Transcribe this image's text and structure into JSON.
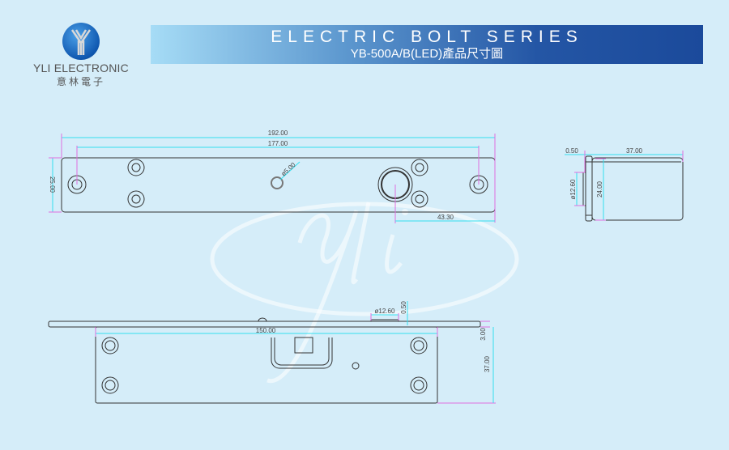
{
  "logo": {
    "brand": "YLI ELECTRONIC",
    "brand_cn": "意林電子",
    "mark": "Y"
  },
  "banner": {
    "title": "ELECTRIC BOLT SERIES",
    "subtitle": "YB-500A/B(LED)產品尺寸圖"
  },
  "front_view": {
    "overall_length": "192.00",
    "hole_spacing": "177.00",
    "height": "25.00",
    "led_hole": "ø5.00",
    "led_offset": "43.30"
  },
  "side_view": {
    "plate_gap": "0.50",
    "depth": "37.00",
    "bolt_diameter": "ø12.60",
    "body_height": "24.00"
  },
  "bottom_view": {
    "body_length": "150.00",
    "bolt_diameter": "ø12.60",
    "bolt_protrusion": "0.50",
    "plate_thickness": "3.00",
    "depth": "37.00"
  },
  "colors": {
    "background": "#d5edf9",
    "outline": "#333333",
    "dim_cyan": "#33e0f0",
    "dim_magenta": "#e070e0"
  }
}
